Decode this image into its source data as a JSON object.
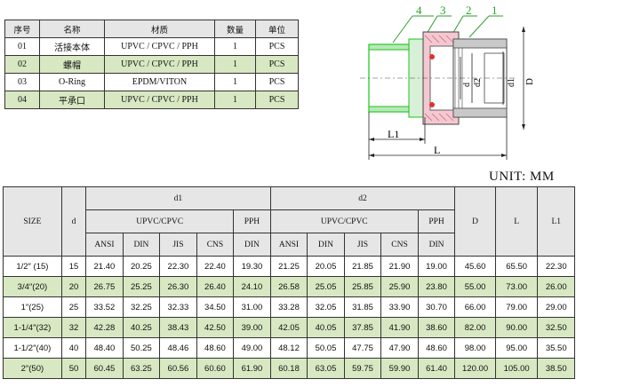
{
  "parts_table": {
    "headers": [
      "序号",
      "名称",
      "材质",
      "数量",
      "单位"
    ],
    "rows": [
      [
        "01",
        "活接本体",
        "UPVC / CPVC / PPH",
        "1",
        "PCS"
      ],
      [
        "02",
        "螺帽",
        "UPVC / CPVC / PPH",
        "1",
        "PCS"
      ],
      [
        "03",
        "O-Ring",
        "EPDM/VITON",
        "1",
        "PCS"
      ],
      [
        "04",
        "平承口",
        "UPVC / CPVC / PPH",
        "1",
        "PCS"
      ]
    ]
  },
  "drawing": {
    "callouts": [
      "4",
      "3",
      "2",
      "1"
    ],
    "dims": {
      "L1": "L1",
      "L": "L",
      "d": "d",
      "d2": "d2",
      "d1": "d1",
      "D": "D"
    },
    "colors": {
      "green": "#18c418",
      "pink": "#f0b8c4",
      "callout": "#2e9e2e",
      "leader": "#d03030"
    }
  },
  "unit_label": "UNIT: MM",
  "size_table": {
    "h_size": "SIZE",
    "h_d": "d",
    "h_d1": "d1",
    "h_d2": "d2",
    "h_D": "D",
    "h_L": "L",
    "h_L1": "L1",
    "h_upvc": "UPVC/CPVC",
    "h_pph": "PPH",
    "sub": [
      "ANSI",
      "DIN",
      "JIS",
      "CNS",
      "DIN"
    ],
    "rows": [
      [
        "1/2″ (15)",
        "15",
        "21.40",
        "20.25",
        "22.30",
        "22.40",
        "19.30",
        "21.25",
        "20.05",
        "21.85",
        "21.90",
        "19.00",
        "45.60",
        "65.50",
        "22.30"
      ],
      [
        "3/4″(20)",
        "20",
        "26.75",
        "25.25",
        "26.30",
        "26.40",
        "24.10",
        "26.58",
        "25.05",
        "25.85",
        "25.90",
        "23.80",
        "55.00",
        "73.00",
        "26.00"
      ],
      [
        "1″(25)",
        "25",
        "33.52",
        "32.25",
        "32.33",
        "34.50",
        "31.00",
        "33.28",
        "32.05",
        "31.85",
        "33.90",
        "30.70",
        "66.00",
        "79.00",
        "29.00"
      ],
      [
        "1-1/4″(32)",
        "32",
        "42.28",
        "40.25",
        "38.43",
        "42.50",
        "39.00",
        "42.05",
        "40.05",
        "37.85",
        "41.90",
        "38.60",
        "82.00",
        "90.00",
        "32.50"
      ],
      [
        "1-1/2″(40)",
        "40",
        "48.40",
        "50.25",
        "48.46",
        "48.60",
        "49.00",
        "48.12",
        "50.05",
        "47.75",
        "47.90",
        "48.60",
        "98.00",
        "95.00",
        "35.50"
      ],
      [
        "2″(50)",
        "50",
        "60.45",
        "63.25",
        "60.56",
        "60.60",
        "61.90",
        "60.18",
        "63.05",
        "59.75",
        "59.90",
        "61.40",
        "120.00",
        "105.00",
        "38.50"
      ]
    ]
  }
}
